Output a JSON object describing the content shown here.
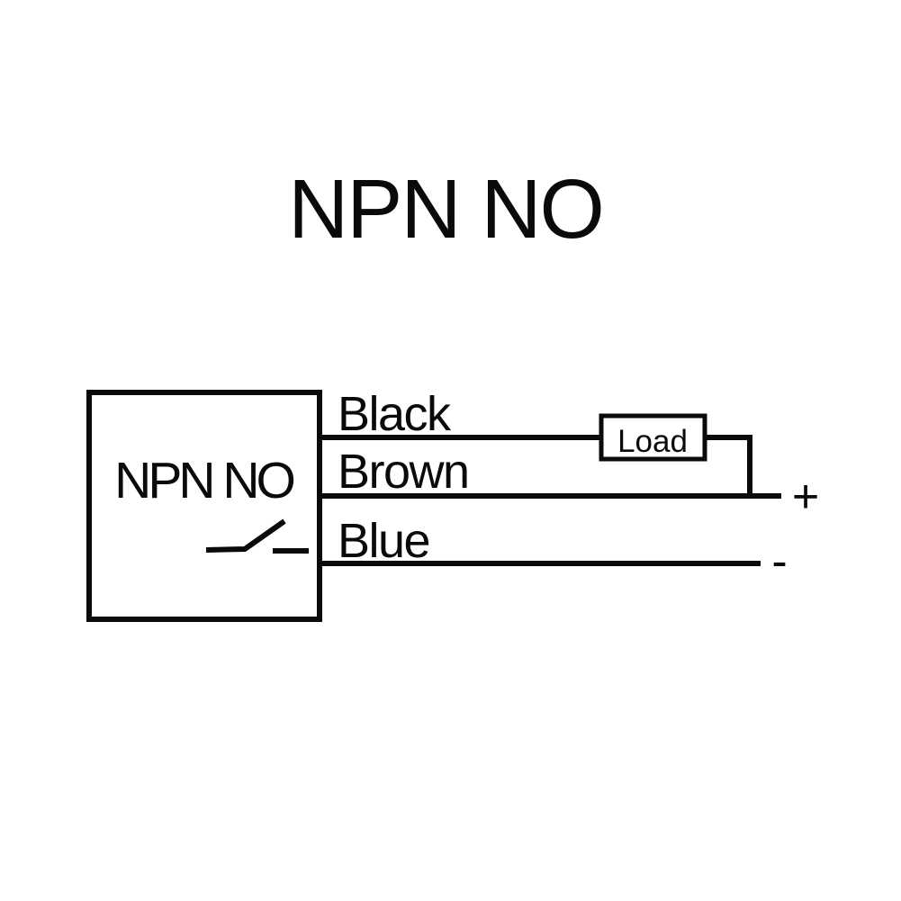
{
  "title": "NPN NO",
  "sensor": {
    "label": "NPN NO",
    "switch_type": "normally-open-switch"
  },
  "wires": {
    "black": {
      "label": "Black"
    },
    "brown": {
      "label": "Brown"
    },
    "blue": {
      "label": "Blue"
    }
  },
  "load": {
    "label": "Load"
  },
  "terminals": {
    "positive": "+",
    "negative": "-"
  },
  "colors": {
    "diagram_line": "#0a0a0a",
    "load_text": "#4a44d8",
    "background": "#ffffff"
  }
}
